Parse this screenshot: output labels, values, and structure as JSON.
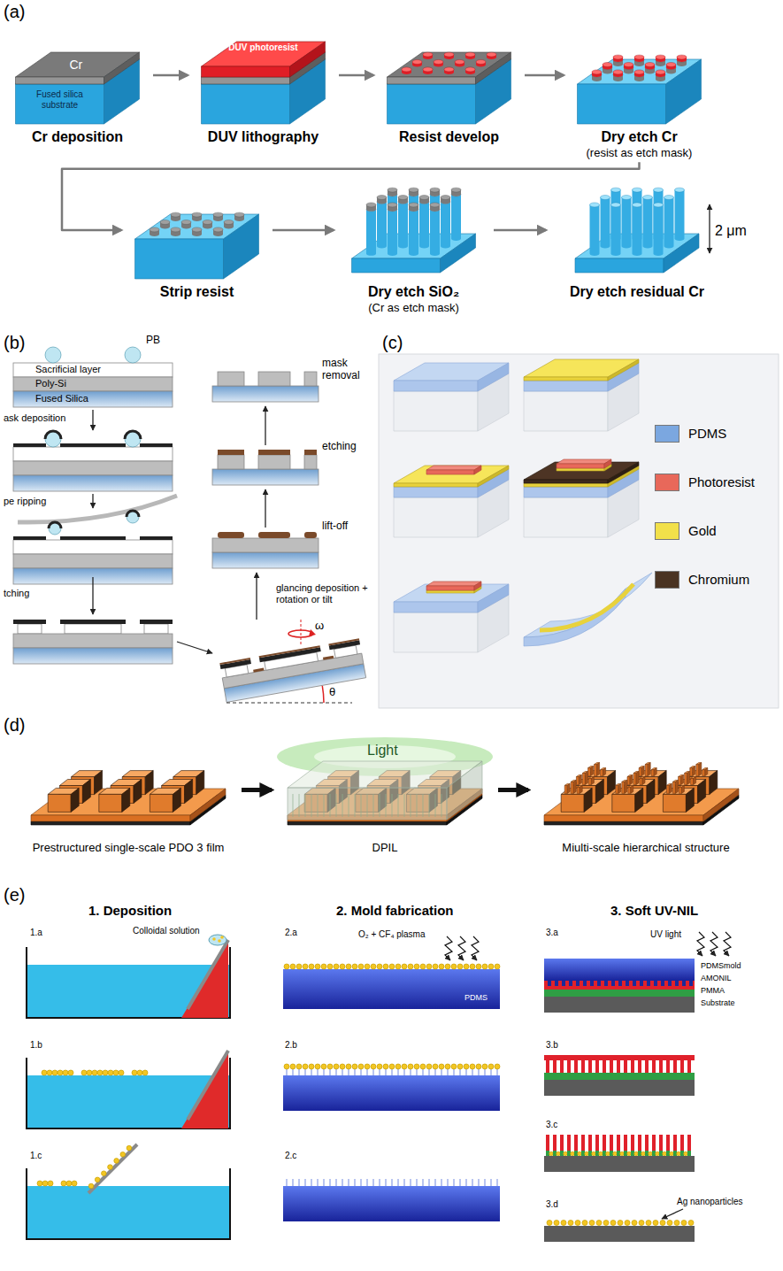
{
  "diagram": {
    "nodes": [
      {
        "text": [
          "Cr",
          "Fused silica substrate",
          "Cr deposition"
        ]
      },
      {
        "text": [
          "DUV photoresist",
          "DUV lithography"
        ]
      },
      {
        "text": [
          "Resist develop"
        ]
      },
      {
        "text": [
          "Dry etch Cr",
          "(resist as etch mask)"
        ]
      },
      {
        "text": [
          "Strip resist"
        ]
      },
      {
        "text": [
          "Dry etch SiO₂",
          "(Cr as etch mask)"
        ]
      },
      {
        "text": [
          "Dry etch residual Cr"
        ]
      },
      {
        "text": [
          "Prestructured single-scale PDO 3 film"
        ]
      },
      {
        "text": [
          "Light",
          "DPIL"
        ]
      },
      {
        "text": [
          "Miulti-scale hierarchical structure"
        ]
      }
    ],
    "edges": [
      {
        "from": 0,
        "to": 1,
        "arrow": "to"
      },
      {
        "from": 1,
        "to": 2,
        "arrow": "to"
      },
      {
        "from": 2,
        "to": 3,
        "arrow": "to"
      },
      {
        "from": 3,
        "to": 4,
        "arrow": "to"
      },
      {
        "from": 4,
        "to": 5,
        "arrow": "to"
      },
      {
        "from": 5,
        "to": 6,
        "arrow": "to"
      },
      {
        "from": 7,
        "to": 8,
        "arrow": "to"
      },
      {
        "from": 8,
        "to": 9,
        "arrow": "to"
      }
    ],
    "labels": [
      "(a)",
      "2 μm",
      "(b)",
      "PB",
      "Sacrificial layer",
      "Poly-Si",
      "Fused Silica",
      "ask deposition",
      "pe ripping",
      "tching",
      "glancing deposition + rotation or tilt",
      "ω",
      "θ",
      "lift-off",
      "etching",
      "mask removal",
      "(c)",
      "(d)",
      "(e)",
      "1. Deposition",
      "2. Mold fabrication",
      "3. Soft UV-NIL",
      "1.a",
      "Colloidal solution",
      "1.b",
      "1.c",
      "2.a",
      "O₂ + CF₄ plasma",
      "PDMS",
      "2.b",
      "2.c",
      "3.a",
      "UV light",
      "PDMSmold",
      "AMONIL",
      "PMMA",
      "Substrate",
      "3.b",
      "3.c",
      "3.d",
      "Ag nanoparticles"
    ],
    "legend": [
      {
        "text": "PDMS",
        "color": "#7ba7e0"
      },
      {
        "text": "Photoresist",
        "color": "#e8685a"
      },
      {
        "text": "Gold",
        "color": "#f2e04a"
      },
      {
        "text": "Chromium",
        "color": "#4a3322"
      }
    ]
  }
}
